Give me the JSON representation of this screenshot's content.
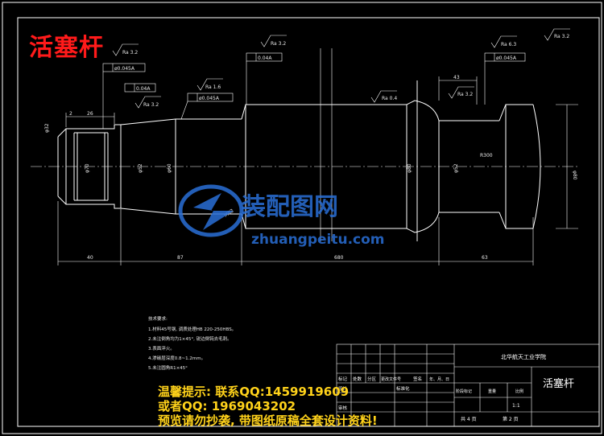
{
  "title": "活塞杆",
  "surface_symbol_top_right": "Ra 3.2",
  "surface_finish": [
    "Ra 3.2",
    "Ra 1.6",
    "Ra 3.2",
    "Ra 0.4",
    "Ra 3.2",
    "Ra 6.3"
  ],
  "tolerance_frames": [
    "ø0.045A",
    "0.04A",
    "0.04A",
    "ø0.045A",
    "ø0.045A"
  ],
  "dimensions": {
    "d40": "40",
    "d87": "87",
    "d680": "680",
    "d63": "63",
    "d43": "43",
    "d26": "26",
    "m82": "M82",
    "r300": "R300",
    "phi52": "φ52",
    "phi70": "φ70",
    "phi80": "φ80",
    "phi60": "φ60",
    "phi80b": "φ80",
    "phi52b": "φ52",
    "phi32": "φ32",
    "c2": "2"
  },
  "tech_requirements": {
    "heading": "技术要求:",
    "lines": [
      "1.材料45号钢, 调质处理HB 220-250HBS。",
      "2.未注倒角均为1×45°, 锐边倒钝去毛刺。",
      "3.表面淬火。",
      "4.渗碳层深度0.8~1.2mm。",
      "5.未注圆角R1×45°"
    ]
  },
  "title_block": {
    "school": "北华航天工业学院",
    "drawing_name": "活塞杆",
    "scale": "1:1",
    "sheets_total": "共 4 页",
    "sheet_no": "第 2 页",
    "col_labels": [
      "标记",
      "处数",
      "分区",
      "更改文件号",
      "签名",
      "年、月、日"
    ],
    "row_labels": [
      "设计",
      "审核"
    ],
    "standard": "标准化",
    "stage_labels": [
      "阶段标记",
      "重量",
      "比例"
    ]
  },
  "watermark": {
    "brand": "装配图网",
    "url": "zhuangpeitu.com"
  },
  "notice": {
    "line1": "温馨提示: 联系QQ:1459919609",
    "line2": "或者QQ: 1969043202",
    "line3": "预览请勿抄袭, 带图纸原稿全套设计资料!"
  }
}
